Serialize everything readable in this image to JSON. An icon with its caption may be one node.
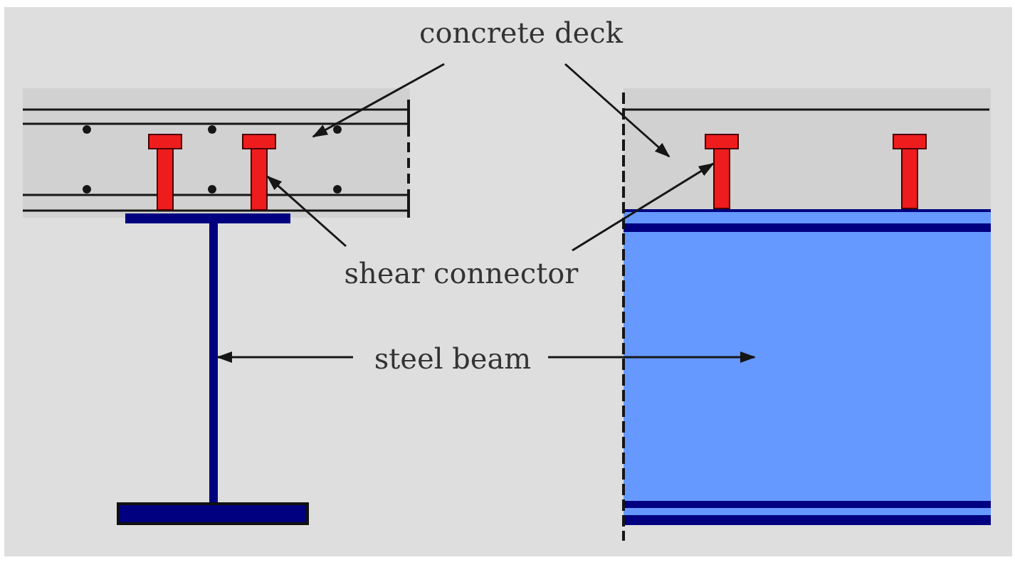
{
  "diagram": {
    "nodes": [
      {
        "text": [
          "concrete deck"
        ]
      },
      {
        "text": [],
        "shape": "box"
      },
      {
        "text": [],
        "shape": "stud",
        "in": 1
      },
      {
        "text": [],
        "shape": "stud",
        "in": 1
      },
      {
        "text": [],
        "shape": "box"
      },
      {
        "text": [],
        "shape": "stud",
        "in": 4
      },
      {
        "text": [],
        "shape": "stud",
        "in": 4
      },
      {
        "text": [
          "shear connector"
        ]
      },
      {
        "text": [],
        "shape": "bar"
      },
      {
        "text": [],
        "shape": "bar"
      },
      {
        "text": [
          "steel beam"
        ]
      },
      {
        "text": [],
        "shape": "box"
      },
      {
        "text": [],
        "shape": "bar"
      }
    ],
    "edges": [
      {
        "from": 0,
        "to": 1,
        "arrow": "to"
      },
      {
        "from": 0,
        "to": 4,
        "arrow": "to"
      },
      {
        "from": 7,
        "to": 3,
        "arrow": "to"
      },
      {
        "from": 7,
        "to": 5,
        "arrow": "to"
      },
      {
        "from": 10,
        "to": 9,
        "arrow": "to"
      },
      {
        "from": 10,
        "to": 11,
        "arrow": "to"
      }
    ]
  }
}
